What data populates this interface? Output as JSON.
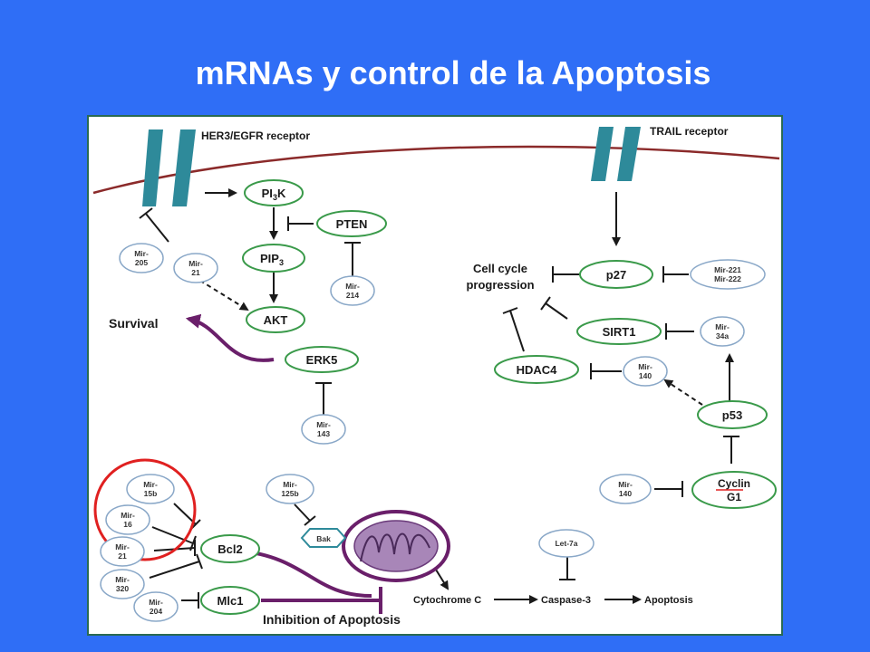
{
  "title": "mRNAs y control de la Apoptosis",
  "receptors": {
    "her3": "HER3/EGFR receptor",
    "trail": "TRAIL receptor"
  },
  "nodes": {
    "pi3k_main": "PI",
    "pi3k_sub": "3",
    "pi3k_end": "K",
    "pten": "PTEN",
    "pip3_main": "PIP",
    "pip3_sub": "3",
    "akt": "AKT",
    "erk5": "ERK5",
    "p27": "p27",
    "sirt1": "SIRT1",
    "hdac4": "HDAC4",
    "p53": "p53",
    "cyclin_l1": "Cyclin",
    "cyclin_l2": "G1",
    "bcl2": "Bcl2",
    "mlc1": "Mlc1",
    "bak": "Bak"
  },
  "mirs": {
    "mir205": [
      "Mir-",
      "205"
    ],
    "mir21a": [
      "Mir-",
      "21"
    ],
    "mir214": [
      "Mir-",
      "214"
    ],
    "mir143": [
      "Mir-",
      "143"
    ],
    "mir221": [
      "Mir-221",
      "Mir-222"
    ],
    "mir34a": [
      "Mir-",
      "34a"
    ],
    "mir140a": [
      "Mir-",
      "140"
    ],
    "mir140b": [
      "Mir-",
      "140"
    ],
    "mir125b": [
      "Mir-",
      "125b"
    ],
    "let7a": [
      "Let-7a"
    ],
    "mir15b": [
      "Mir-",
      "15b"
    ],
    "mir16": [
      "Mir-",
      "16"
    ],
    "mir21b": [
      "Mir-",
      "21"
    ],
    "mir320": [
      "Mir-",
      "320"
    ],
    "mir204": [
      "Mir-",
      "204"
    ]
  },
  "labels": {
    "survival": "Survival",
    "cell_cycle_l1": "Cell cycle",
    "cell_cycle_l2": "progression",
    "cytochrome": "Cytochrome C",
    "caspase": "Caspase-3",
    "apoptosis": "Apoptosis",
    "inhibition": "Inhibition of Apoptosis"
  },
  "colors": {
    "background": "#2f6ef6",
    "node_border": "#3a9a4a",
    "mir_border": "#8aa8c8",
    "receptor": "#2e8a9a",
    "membrane": "#8b2a2a",
    "purple": "#6a1f6a",
    "highlight": "#e02020"
  }
}
